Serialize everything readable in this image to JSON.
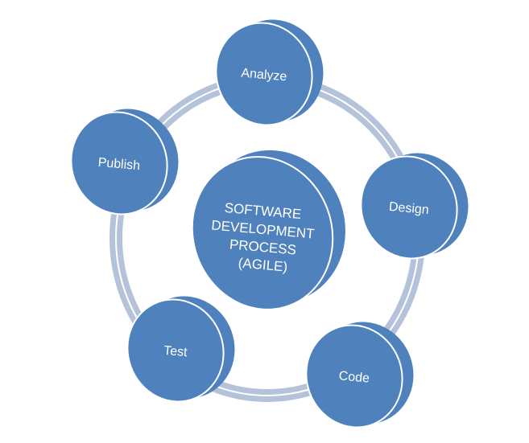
{
  "center": {
    "lines": [
      "SOFTWARE",
      "DEVELOPMENT",
      "PROCESS",
      "(AGILE)"
    ]
  },
  "stages": [
    {
      "label": "Analyze"
    },
    {
      "label": "Design"
    },
    {
      "label": "Code"
    },
    {
      "label": "Test"
    },
    {
      "label": "Publish"
    }
  ],
  "colors": {
    "node": "#4f81bd",
    "ring": "#b4c3da",
    "outline": "#ffffff"
  }
}
